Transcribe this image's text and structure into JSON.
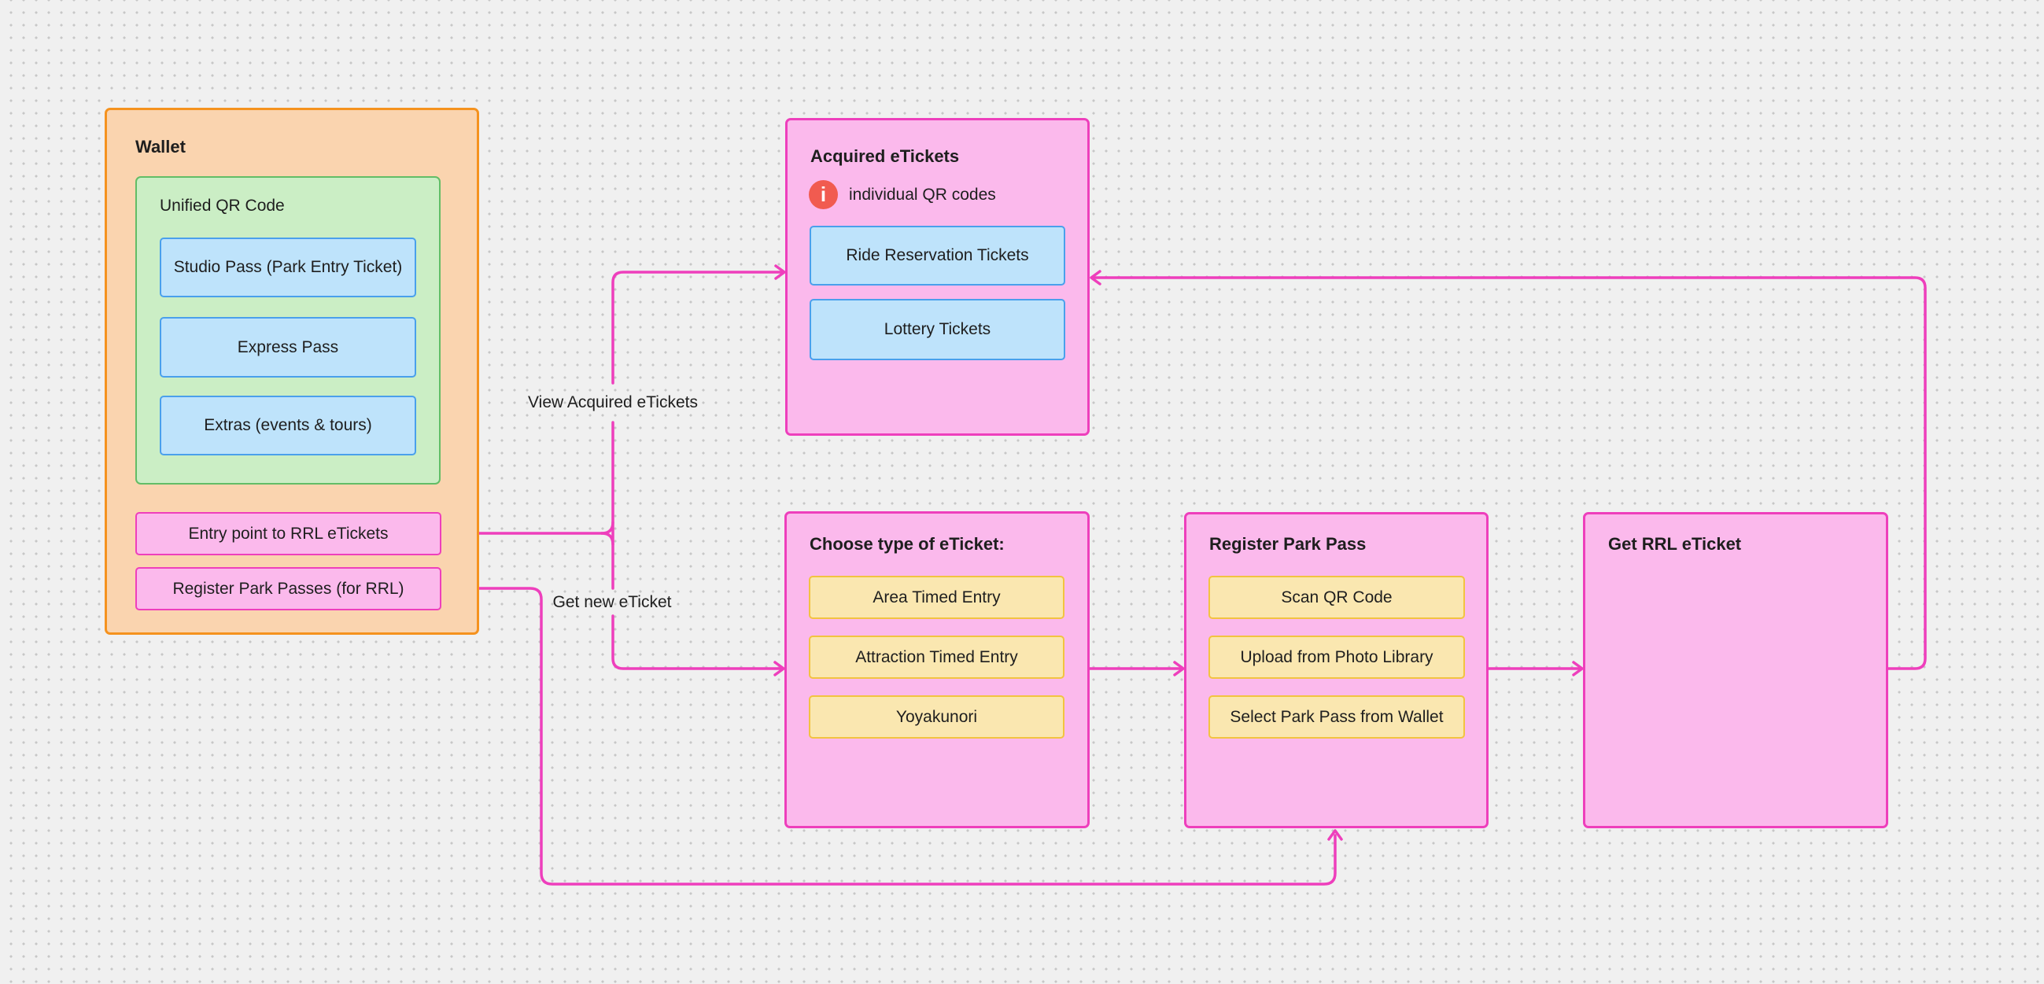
{
  "canvas": {
    "background_color": "#F0F0F0",
    "dot_grid_color": "#C7C7C7"
  },
  "colors": {
    "orange_fill": "#FAD4AF",
    "orange_border": "#F5921E",
    "green_fill": "#CBEEC5",
    "green_border": "#62BD66",
    "blue_fill": "#BEE3FB",
    "blue_border": "#4AA0EC",
    "pink_fill": "#FBB9EC",
    "pink_border": "#EE3FBC",
    "yellow_fill": "#FAE7B0",
    "yellow_border": "#F2C341",
    "connector": "#EE3FBC",
    "info_icon": "#F15B50",
    "text": "#1E1E1E"
  },
  "wallet": {
    "title": "Wallet",
    "unified": {
      "title": "Unified QR Code",
      "items": [
        "Studio Pass (Park Entry Ticket)",
        "Express Pass",
        "Extras (events & tours)"
      ]
    },
    "links": [
      "Entry point to RRL eTickets",
      "Register Park Passes (for RRL)"
    ]
  },
  "acquired": {
    "title": "Acquired eTickets",
    "note": {
      "icon": "info-icon",
      "glyph": "i",
      "label": "individual QR codes"
    },
    "items": [
      "Ride Reservation Tickets",
      "Lottery Tickets"
    ]
  },
  "choose": {
    "title": "Choose type of eTicket:",
    "items": [
      "Area Timed Entry",
      "Attraction Timed Entry",
      "Yoyakunori"
    ]
  },
  "register": {
    "title": "Register Park Pass",
    "items": [
      "Scan QR Code",
      "Upload from Photo Library",
      "Select Park Pass from Wallet"
    ]
  },
  "get_rrl": {
    "title": "Get RRL eTicket"
  },
  "edge_labels": {
    "view_acquired": "View Acquired eTickets",
    "get_new": "Get new eTicket"
  }
}
